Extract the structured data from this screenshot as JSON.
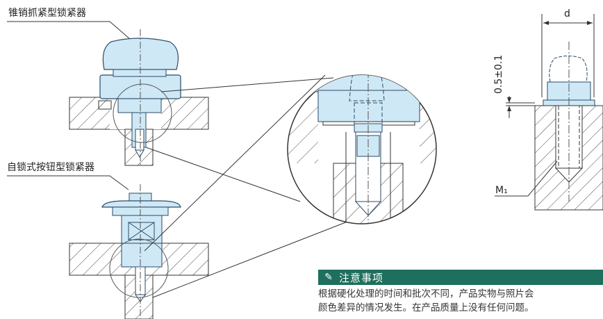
{
  "labels": {
    "cone_pin_knob_latch": "锥销抓紧型锁紧器",
    "self_lock_button_latch": "自锁式按钮型锁紧器"
  },
  "dimensions": {
    "d": "d",
    "offset": "0.5±0.1",
    "m1": "M₁"
  },
  "note": {
    "title": "注意事项",
    "line1": "根据硬化处理的时间和批次不同，产品实物与照片会",
    "line2": "颜色差异的情况发生。在产品质量上没有任何问题。"
  },
  "colors": {
    "part_blue": "#cfe8f6",
    "part_stroke": "#2a4a66",
    "note_green": "#1f6f5e",
    "hatch": "#444444"
  }
}
